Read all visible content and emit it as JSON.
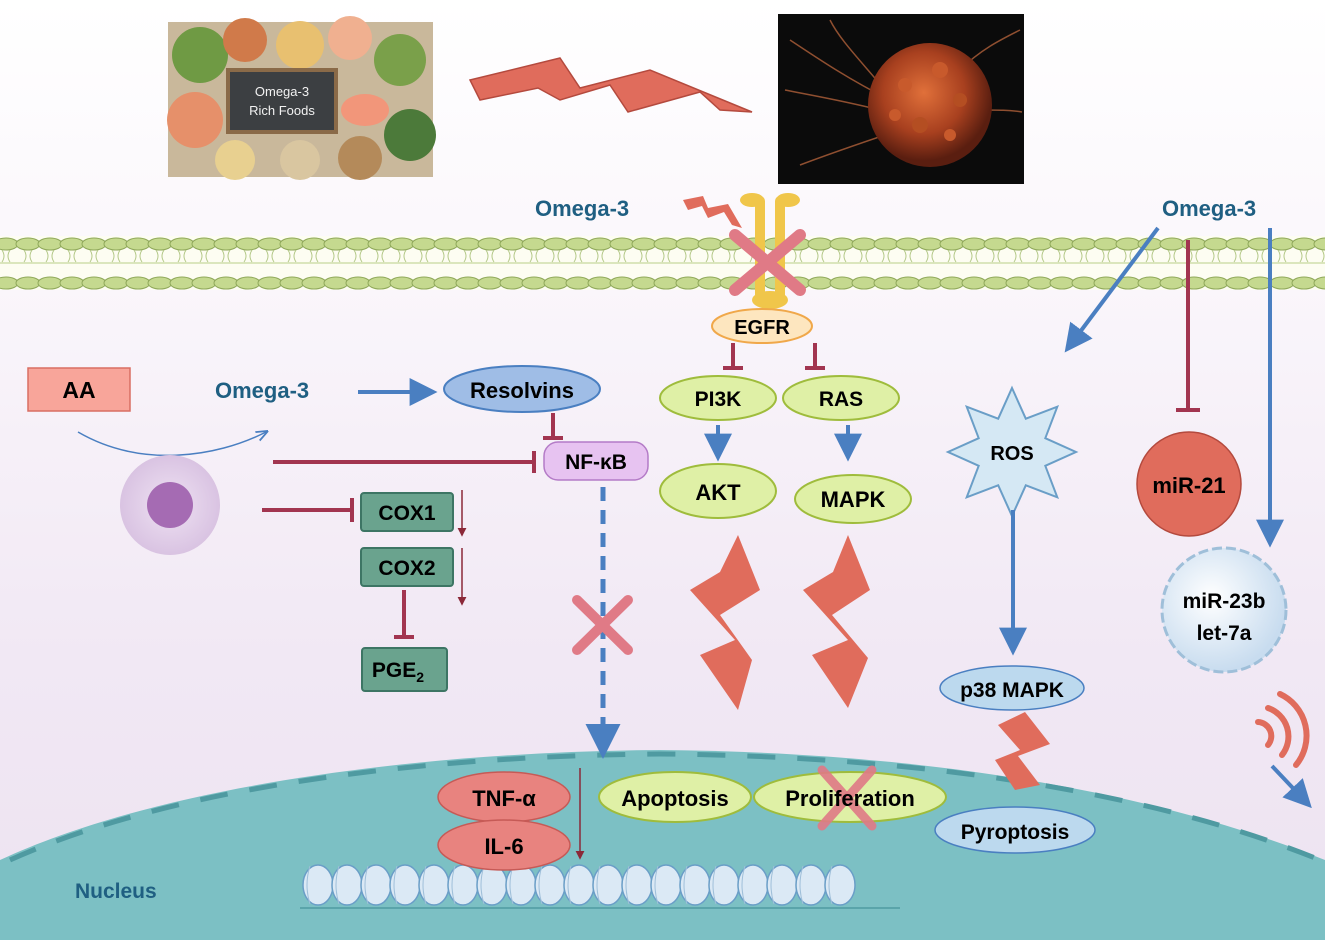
{
  "food_photo": {
    "sign_line1": "Omega-3",
    "sign_line2": "Rich Foods"
  },
  "labels": {
    "omega3_top": "Omega-3",
    "omega3_right": "Omega-3",
    "omega3_left": "Omega-3",
    "aa": "AA",
    "resolvins": "Resolvins",
    "nfkb": "NF-κB",
    "egfr": "EGFR",
    "pi3k": "PI3K",
    "ras": "RAS",
    "akt": "AKT",
    "mapk": "MAPK",
    "ros": "ROS",
    "mir21": "miR-21",
    "mir23b": "miR-23b",
    "let7a": "let-7a",
    "cox1": "COX1",
    "cox2": "COX2",
    "pge2": "PGE",
    "pge2_sub": "2",
    "p38": "p38 MAPK",
    "tnf": "TNF-α",
    "il6": "IL-6",
    "apoptosis": "Apoptosis",
    "proliferation": "Proliferation",
    "pyroptosis": "Pyroptosis",
    "nucleus": "Nucleus"
  },
  "colors": {
    "omega_text": "#1f5f82",
    "blue_arrow": "#4a7fc1",
    "inhibit": "#a23550",
    "lightning": "#e06c5c",
    "green_node": "#dff0a6",
    "teal_box": "#4f8f7b",
    "nucleus": "#7cc0c4",
    "red_x": "#e07a86"
  }
}
